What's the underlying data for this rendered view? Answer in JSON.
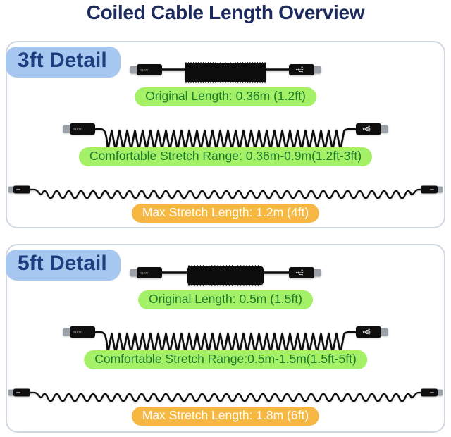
{
  "title": "Coiled Cable Length Overview",
  "colors": {
    "navy": "#1c2a5e",
    "navy2": "#1d3d7d",
    "badge": "#a6c8f0",
    "green": "#a4f066",
    "greentext": "#1c7a2a",
    "orange": "#f7b843"
  },
  "connectors": {
    "brand_text": "ENJOY",
    "right_icon": "usb-trident-icon"
  },
  "panels": [
    {
      "badge": "3ft Detail",
      "original_label": "Original Length: 0.36m (1.2ft)",
      "stretch_label": "Comfortable Stretch Range: 0.36m-0.9m(1.2ft-3ft)",
      "max_label": "Max Stretch Length: 1.2m (4ft)"
    },
    {
      "badge": "5ft Detail",
      "original_label": "Original Length: 0.5m (1.5ft)",
      "stretch_label": "Comfortable Stretch Range:0.5m-1.5m(1.5ft-5ft)",
      "max_label": "Max Stretch Length: 1.8m (6ft)"
    }
  ]
}
